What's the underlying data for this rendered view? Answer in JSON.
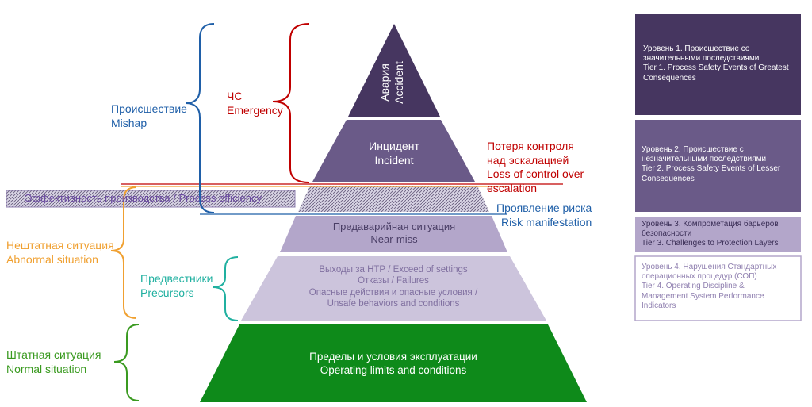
{
  "colors": {
    "tier1": "#463660",
    "tier2": "#6a5a88",
    "tier3": "#b3a6ca",
    "tier4": "#ccc4dc",
    "base": "#0e8a1a",
    "blue": "#1f5fa8",
    "red": "#c00000",
    "orange": "#f0a030",
    "teal": "#20b0a0",
    "green": "#3a9a20"
  },
  "pyramid": {
    "accident": [
      "Авария",
      "Accident"
    ],
    "incident": [
      "Инцидент",
      "Incident"
    ],
    "near_miss": [
      "Предаварийная ситуация",
      "Near-miss"
    ],
    "precursors_layer": [
      "Выходы за НТР /  Exceed of settings",
      "Отказы / Failures",
      "Опасные действия и опасные условия /",
      "Unsafe behaviors and conditions"
    ],
    "base": [
      "Пределы и условия эксплуатации",
      "Operating limits and conditions"
    ]
  },
  "labels": {
    "mishap": [
      "Происшествие",
      "Mishap"
    ],
    "emergency": [
      "ЧС",
      "Emergency"
    ],
    "loss_of_control": [
      "Потеря контроля",
      "над эскалацией",
      "Loss of control over",
      "escalation"
    ],
    "process_efficiency": "Эффективность производства / Process efficiency",
    "risk_manifestation": [
      "Проявление риска",
      "Risk manifestation"
    ],
    "abnormal": [
      "Нештатная ситуация",
      "Abnormal situation"
    ],
    "precursors": [
      "Предвестники",
      "Precursors"
    ],
    "normal": [
      "Штатная ситуация",
      "Normal situation"
    ]
  },
  "tiers": {
    "tier1": [
      "Уровень 1. Происшествие со",
      "значительными последствиями",
      "Tier 1. Process Safety Events of Greatest",
      "Consequences"
    ],
    "tier2": [
      "Уровень 2. Происшествие с",
      "незначительными последствиями",
      "Tier 2. Process Safety Events of Lesser",
      "Consequences"
    ],
    "tier3": [
      "Уровень 3. Компрометация барьеров",
      "безопасности",
      "Tier 3. Challenges to Protection Layers"
    ],
    "tier4": [
      "Уровень 4. Нарушения Стандартных",
      "операционных процедур (СОП)",
      "Tier 4. Operating Discipline &",
      "Management System Performance",
      "Indicators"
    ]
  }
}
